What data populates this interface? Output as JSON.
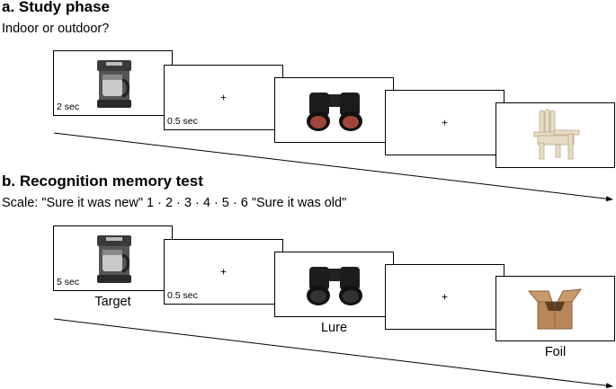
{
  "study": {
    "title": "a. Study phase",
    "question": "Indoor or outdoor?",
    "frames": [
      {
        "image": "coffee-maker",
        "duration": "2 sec"
      },
      {
        "fixation": "+",
        "duration": "0.5 sec"
      },
      {
        "image": "binoculars"
      },
      {
        "fixation": "+"
      },
      {
        "image": "adirondack-chair"
      }
    ]
  },
  "test": {
    "title": "b. Recognition memory test",
    "scale": "Scale: \"Sure it was new\" 1 · 2 · 3 · 4 · 5 · 6 \"Sure it was old\"",
    "frames": [
      {
        "image": "coffee-maker",
        "duration": "5 sec",
        "caption": "Target"
      },
      {
        "fixation": "+",
        "duration": "0.5 sec"
      },
      {
        "image": "binoculars",
        "caption": "Lure"
      },
      {
        "fixation": "+"
      },
      {
        "image": "cardboard-box",
        "caption": "Foil"
      }
    ]
  },
  "colors": {
    "line": "#000000",
    "chair": "#e8dcc4",
    "box": "#b8875a"
  }
}
